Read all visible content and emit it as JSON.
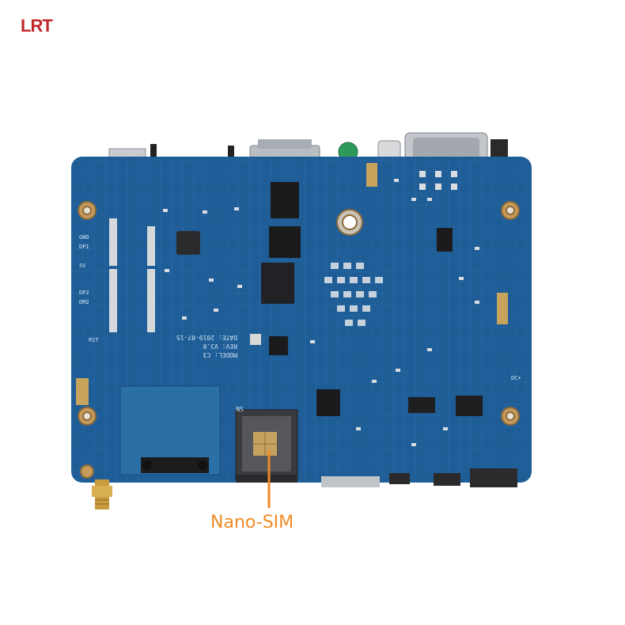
{
  "logo": {
    "text": "LRT",
    "color": "#c0282d"
  },
  "callout": {
    "label": "Nano-SIM",
    "color": "#f08a24"
  },
  "board": {
    "pcb_color": "#1f5d97",
    "silkscreen": {
      "date": "DATE: 2019-07-15",
      "rev": "REV: V3.0",
      "model": "MODEL: C3",
      "sn": "SN",
      "rst": "RST",
      "gnd": "GND",
      "dp1": "DP1",
      "dp2": "DP2",
      "dm2": "DM2",
      "v5": "5V",
      "dc_in": "DC+"
    }
  }
}
